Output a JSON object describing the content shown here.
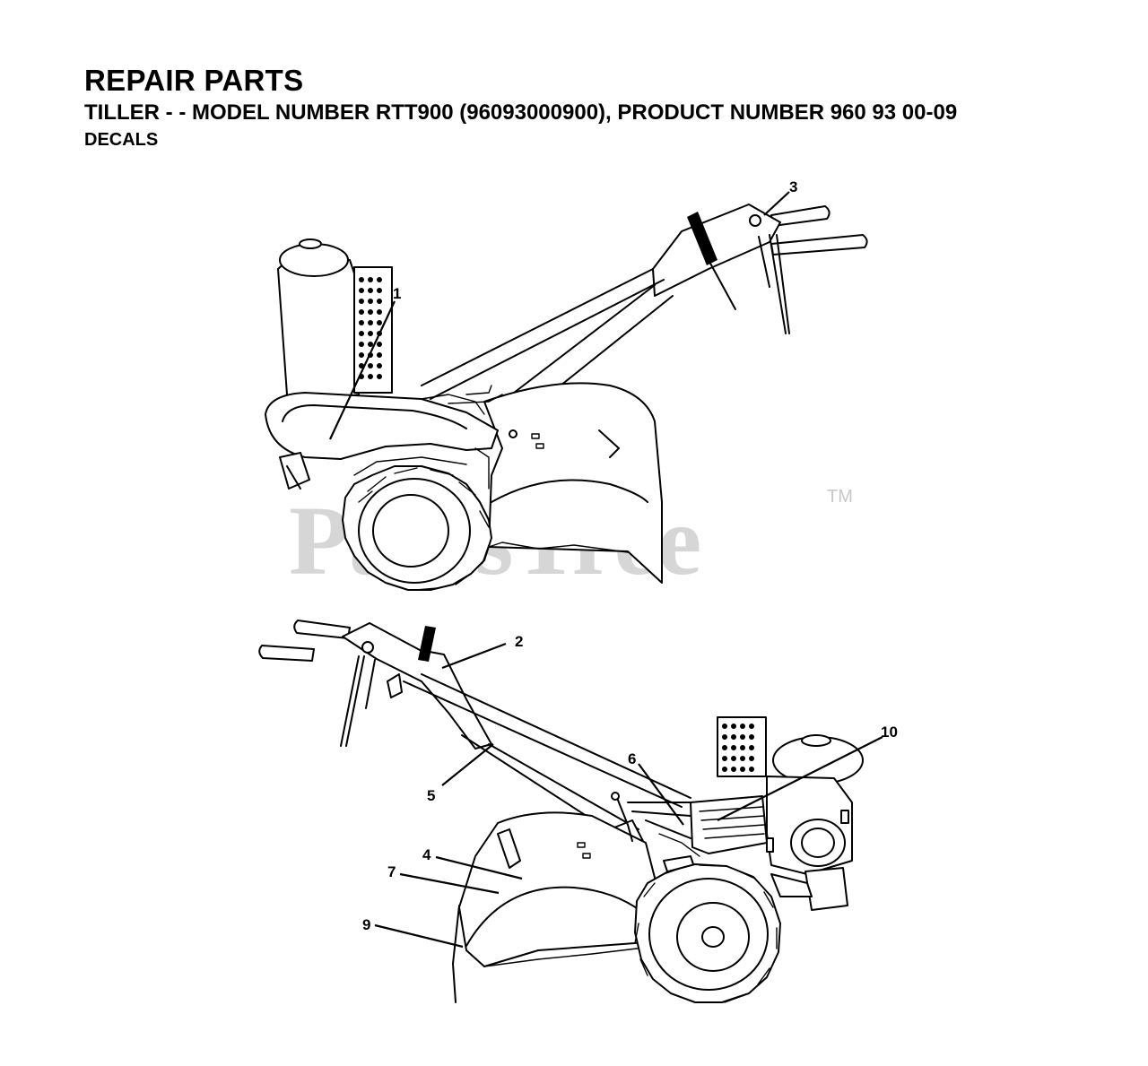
{
  "header": {
    "title": "REPAIR PARTS",
    "subtitle": "TILLER - - MODEL NUMBER RTT900 (96093000900), PRODUCT NUMBER 960 93 00-09",
    "section": "DECALS"
  },
  "watermark": {
    "text": "PartsTree",
    "trademark": "TM"
  },
  "callouts": {
    "c1": "1",
    "c2": "2",
    "c3": "3",
    "c4": "4",
    "c5": "5",
    "c6": "6",
    "c7": "7",
    "c9": "9",
    "c10": "10"
  },
  "colors": {
    "ink": "#000000",
    "watermark": "#cfcfcf",
    "background": "#ffffff"
  }
}
